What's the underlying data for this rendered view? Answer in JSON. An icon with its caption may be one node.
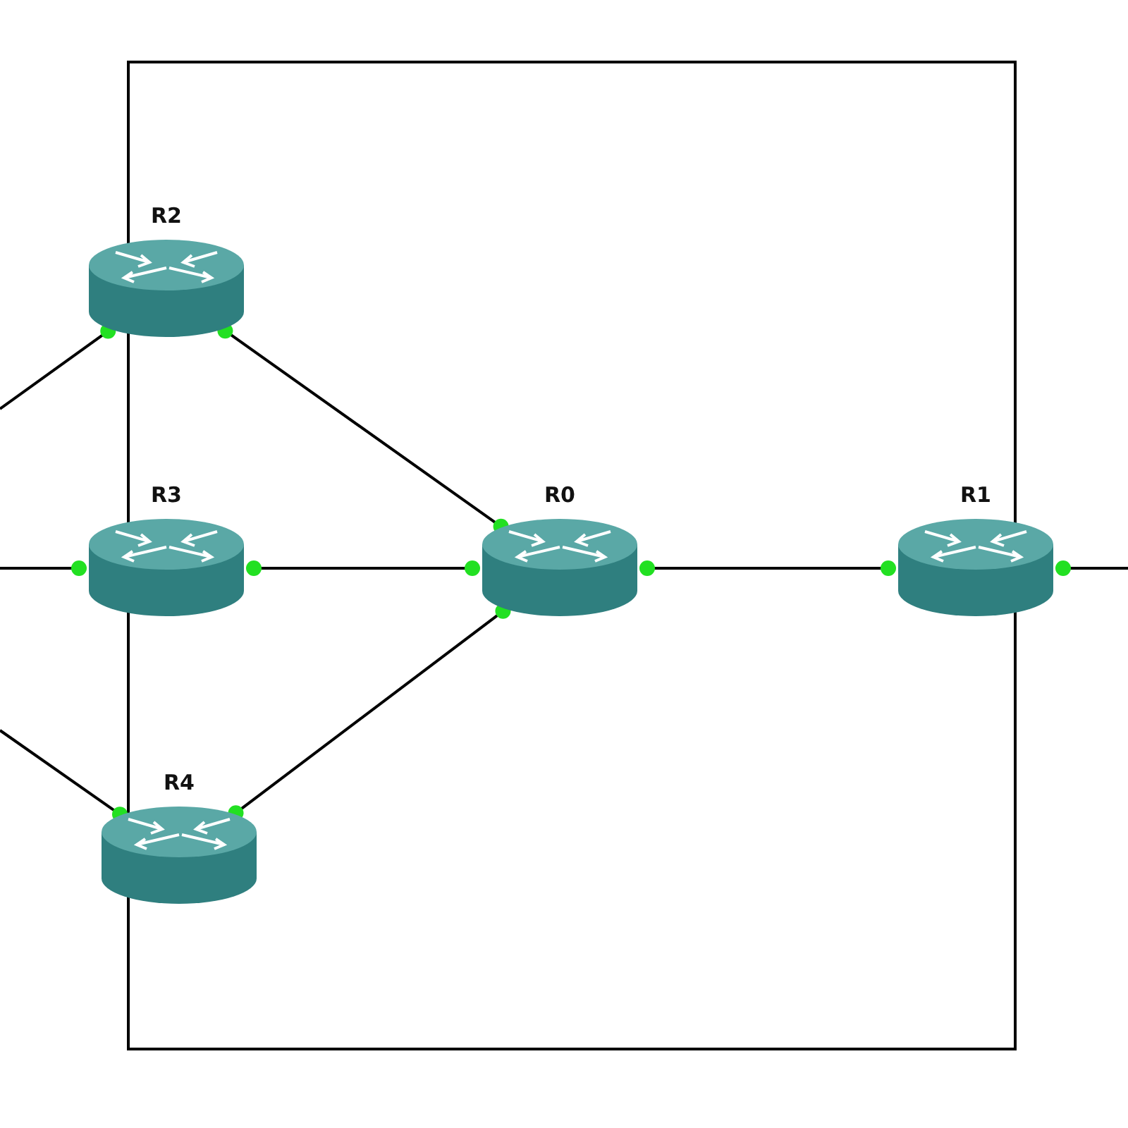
{
  "diagram": {
    "nodes": [
      {
        "text": [
          "R2"
        ]
      },
      {
        "text": [
          "R3"
        ]
      },
      {
        "text": [
          "R0"
        ]
      },
      {
        "text": [
          "R1"
        ]
      },
      {
        "text": [
          "R4"
        ]
      }
    ],
    "edges": [
      {
        "from": null,
        "to": 0,
        "arrow": "other"
      },
      {
        "from": null,
        "to": 1,
        "arrow": "other"
      },
      {
        "from": null,
        "to": 4,
        "arrow": "other"
      },
      {
        "from": 0,
        "to": 2,
        "arrow": "other"
      },
      {
        "from": 1,
        "to": 2,
        "arrow": "other"
      },
      {
        "from": 4,
        "to": 2,
        "arrow": "other"
      },
      {
        "from": 2,
        "to": 3,
        "arrow": "other"
      },
      {
        "from": 3,
        "to": null,
        "arrow": "other"
      }
    ]
  }
}
